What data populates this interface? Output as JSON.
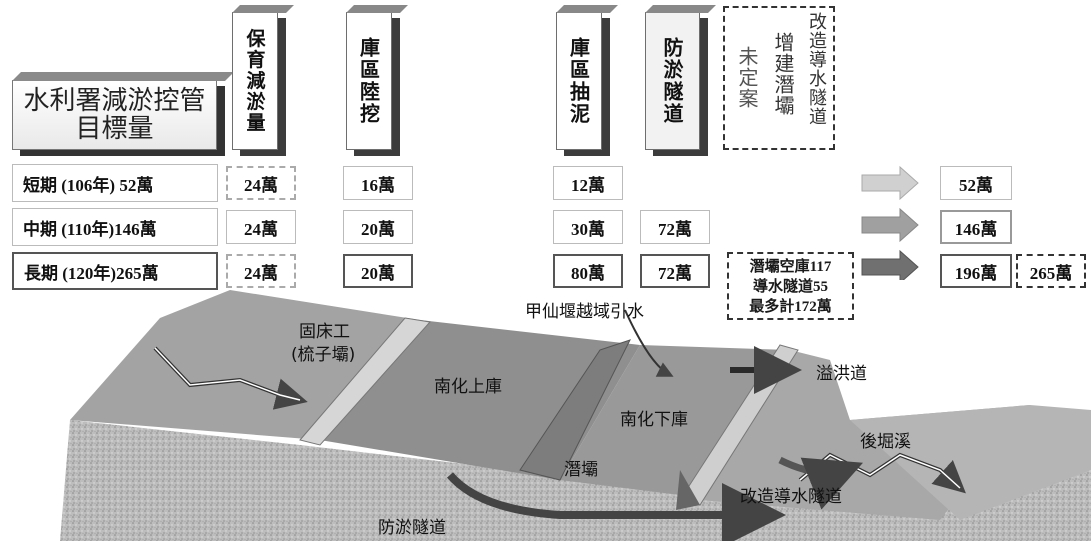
{
  "title": "水利署減淤控管目標量",
  "methods": [
    {
      "id": "conserve",
      "label": "保育減淤量"
    },
    {
      "id": "dig",
      "label": "庫區陸挖"
    },
    {
      "id": "pump",
      "label": "庫區抽泥"
    },
    {
      "id": "tunnel",
      "label": "防淤隧道"
    }
  ],
  "undecided": {
    "label": "未定案",
    "col1": "增建潛壩",
    "col2": "改造導水隧道"
  },
  "rows": [
    {
      "label": "短期 (106年) 52萬",
      "conserve": "24萬",
      "dig": "16萬",
      "pump": "12萬",
      "tunnel": "",
      "result": "52萬"
    },
    {
      "label": "中期 (110年)146萬",
      "conserve": "24萬",
      "dig": "20萬",
      "pump": "30萬",
      "tunnel": "72萬",
      "result": "146萬"
    },
    {
      "label": "長期 (120年)265萬",
      "conserve": "24萬",
      "dig": "20萬",
      "pump": "80萬",
      "tunnel": "72萬",
      "result": "196萬",
      "extra": "265萬"
    }
  ],
  "note": [
    "潛壩空庫117",
    "導水隧道55",
    "最多計172萬"
  ],
  "scene": {
    "check_dam": [
      "固床工",
      "(梳子壩)"
    ],
    "upper": "南化上庫",
    "lower": "南化下庫",
    "diversion": "甲仙堰越域引水",
    "spillway": "溢洪道",
    "creek": "後堀溪",
    "submerged_dam": "潛壩",
    "redo_tunnel": "改造導水隧道",
    "desilt_tunnel": "防淤隧道"
  },
  "colors": {
    "arrow_light": "#c8c8c8",
    "arrow_mid": "#9a9a9a",
    "arrow_dark": "#6a6a6a",
    "terrain": "#9e9e9e",
    "water": "#8c8c8c"
  }
}
